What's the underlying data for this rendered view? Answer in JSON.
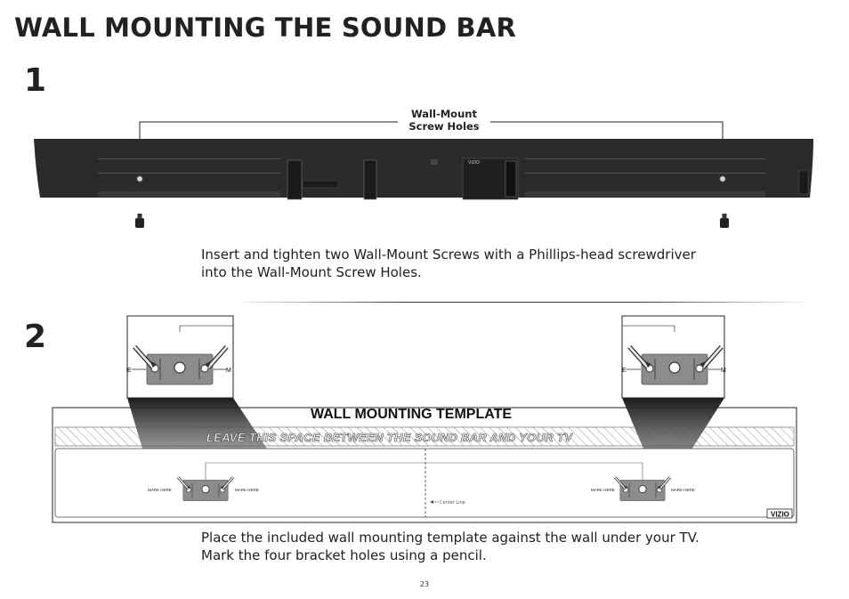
{
  "page_title": "WALL MOUNTING THE SOUND BAR",
  "steps": [
    {
      "number": "1",
      "label_line1": "Wall-Mount",
      "label_line2": "Screw Holes",
      "instruction": "Insert and tighten two Wall-Mount Screws with a Phillips-head screwdriver into the Wall-Mount Screw Holes."
    },
    {
      "number": "2",
      "instruction": "Place the included wall mounting template against the wall under your TV. Mark the four bracket holes using a pencil."
    }
  ],
  "template": {
    "title": "WALL MOUNTING TEMPLATE",
    "space_text": "LEAVE THIS SPACE BETWEEN THE SOUND BAR AND YOUR TV",
    "mark_here": "MARK HERE",
    "center_line": "Center Line",
    "brand": "VIZIO"
  },
  "zoom_partial_labels": {
    "left": "E",
    "right": "M"
  },
  "soundbar_brand": "VIZIO",
  "page_number": "23",
  "colors": {
    "soundbar_body": "#2b2b2b",
    "bracket_gray": "#8c8c8c",
    "hatch": "#777777"
  },
  "icons": [
    "screw-icon",
    "pencil-icon",
    "vizio-logo"
  ]
}
